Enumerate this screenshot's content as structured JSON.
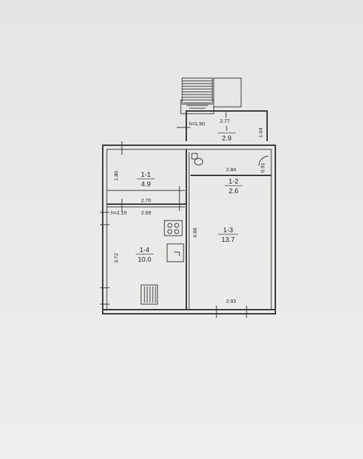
{
  "rooms": [
    {
      "id": "I",
      "area": "2.9"
    },
    {
      "id": "1-1",
      "area": "4.9"
    },
    {
      "id": "1-2",
      "area": "2.6"
    },
    {
      "id": "1-3",
      "area": "13.7"
    },
    {
      "id": "1-4",
      "area": "10.0"
    }
  ],
  "dimensions": {
    "porch_height": "h=1.90",
    "porch_width": "2.77",
    "porch_depth": "1.04",
    "hall_depth": "1.80",
    "hall_width": "2.70",
    "bath_width": "2.84",
    "bath_depth": "0.91",
    "kitchen_height": "h=2.15",
    "kitchen_width": "2.69",
    "kitchen_depth": "3.72",
    "room_depth": "4.66",
    "room_width": "2.93"
  }
}
